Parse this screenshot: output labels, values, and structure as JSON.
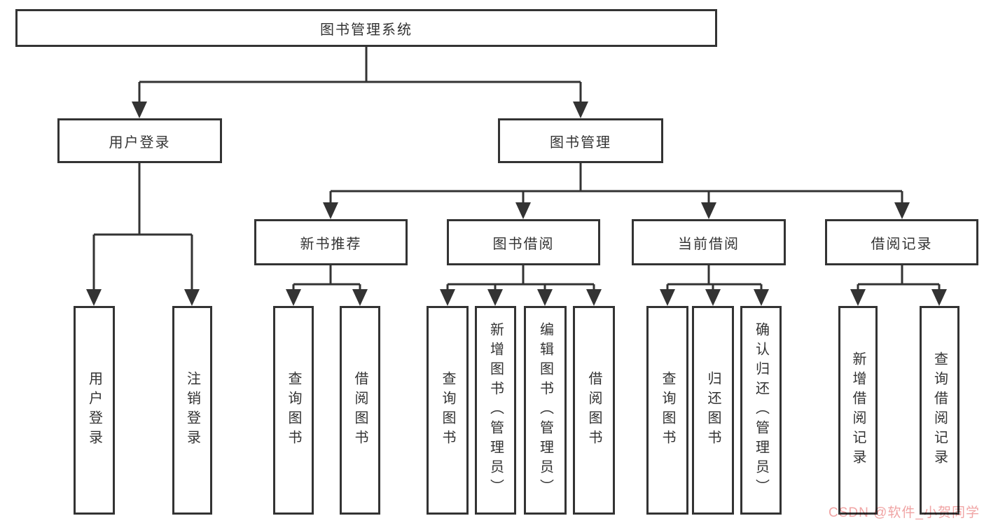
{
  "diagram": {
    "title": "图书管理系统",
    "branches": [
      {
        "label": "用户登录",
        "children": [
          {
            "label": "用户登录"
          },
          {
            "label": "注销登录"
          }
        ]
      },
      {
        "label": "图书管理",
        "children": [
          {
            "label": "新书推荐",
            "children": [
              {
                "label": "查询图书"
              },
              {
                "label": "借阅图书"
              }
            ]
          },
          {
            "label": "图书借阅",
            "children": [
              {
                "label": "查询图书"
              },
              {
                "label": "新增图书（管理员）"
              },
              {
                "label": "编辑图书（管理员）"
              },
              {
                "label": "借阅图书"
              }
            ]
          },
          {
            "label": "当前借阅",
            "children": [
              {
                "label": "查询图书"
              },
              {
                "label": "归还图书"
              },
              {
                "label": "确认归还（管理员）"
              }
            ]
          },
          {
            "label": "借阅记录",
            "children": [
              {
                "label": "新增借阅记录"
              },
              {
                "label": "查询借阅记录"
              }
            ]
          }
        ]
      }
    ],
    "watermark": "CSDN @软件_小贺同学",
    "colors": {
      "line": "#333333",
      "text": "#333333",
      "box_background": "#ffffff",
      "watermark": "#f0a4a4",
      "background": "#ffffff"
    }
  }
}
